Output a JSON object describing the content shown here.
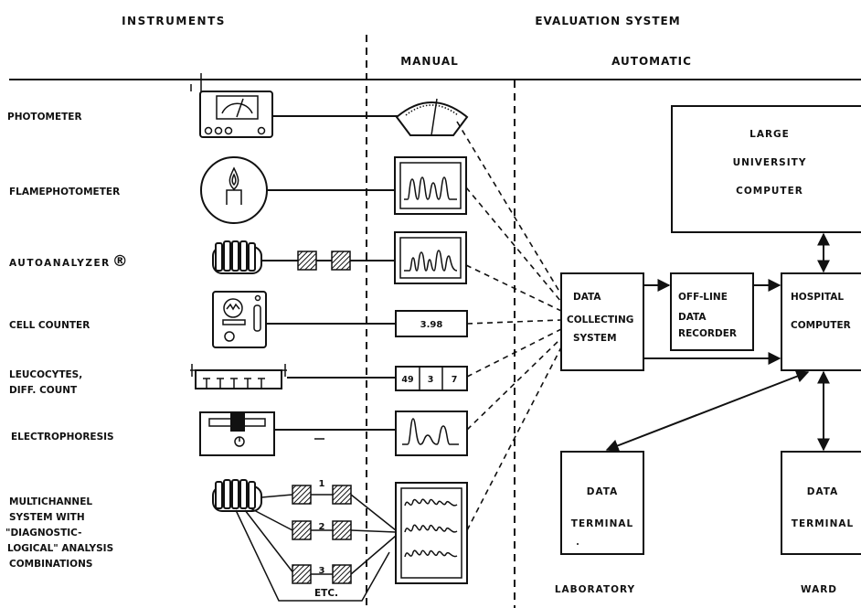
{
  "headers": {
    "instruments": "INSTRUMENTS",
    "evaluation_system": "EVALUATION SYSTEM",
    "manual": "MANUAL",
    "automatic": "AUTOMATIC"
  },
  "instruments": [
    {
      "label": "PHOTOMETER"
    },
    {
      "label": "FLAMEPHOTOMETER"
    },
    {
      "label": "AUTOANALYZER",
      "mark": "®"
    },
    {
      "label": "CELL COUNTER"
    },
    {
      "label_lines": [
        "LEUCOCYTES,",
        "DIFF. COUNT"
      ]
    },
    {
      "label": "ELECTROPHORESIS"
    },
    {
      "label_lines": [
        "MULTICHANNEL",
        "SYSTEM WITH",
        "\"DIAGNOSTIC-",
        "LOGICAL\" ANALYSIS",
        "COMBINATIONS"
      ]
    }
  ],
  "manual_displays": {
    "cell_counter_value": "3.98",
    "diff_count_values": [
      "49",
      "3",
      "7"
    ]
  },
  "multichannel": {
    "channels": [
      "1",
      "2",
      "3"
    ],
    "etc": "ETC."
  },
  "automatic": {
    "large_computer": [
      "LARGE",
      "UNIVERSITY",
      "COMPUTER"
    ],
    "data_collecting": [
      "DATA",
      "COLLECTING",
      "SYSTEM"
    ],
    "offline_recorder": [
      "OFF-LINE",
      "DATA",
      "RECORDER"
    ],
    "hospital_computer": [
      "HOSPITAL",
      "COMPUTER"
    ],
    "terminal_lab": [
      "DATA",
      "TERMINAL"
    ],
    "terminal_ward": [
      "DATA",
      "TERMINAL"
    ],
    "lab_caption": "LABORATORY",
    "ward_caption": "WARD"
  }
}
